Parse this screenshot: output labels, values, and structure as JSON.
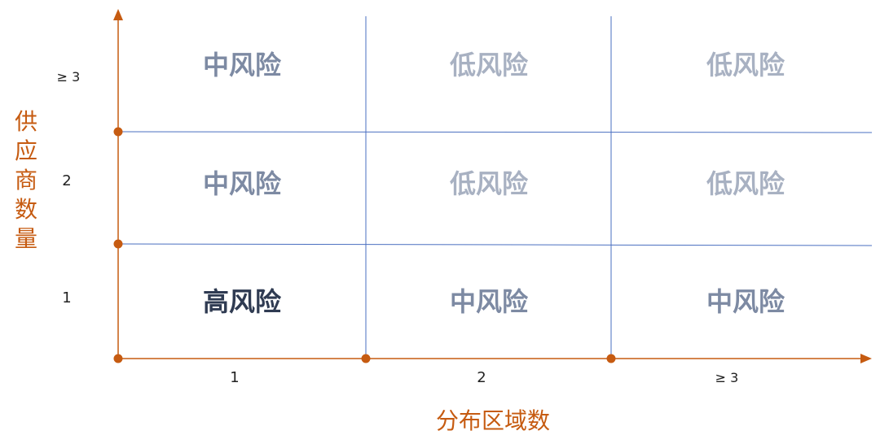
{
  "axes": {
    "x_title": "分布区域数",
    "y_title_chars": [
      "供",
      "应",
      "商",
      "数",
      "量"
    ],
    "x_ticks": [
      "1",
      "2",
      "≥ 3"
    ],
    "y_ticks": [
      "1",
      "2",
      "≥ 3"
    ]
  },
  "matrix": {
    "rows": [
      [
        "中风险",
        "低风险",
        "低风险"
      ],
      [
        "中风险",
        "低风险",
        "低风险"
      ],
      [
        "高风险",
        "中风险",
        "中风险"
      ]
    ],
    "colors": {
      "高风险": "#2f3b52",
      "中风险": "#7d8aa3",
      "低风险": "#a8b1c2"
    }
  },
  "style": {
    "axis_color": "#c65b11",
    "grid_color": "#4a6fc0"
  }
}
